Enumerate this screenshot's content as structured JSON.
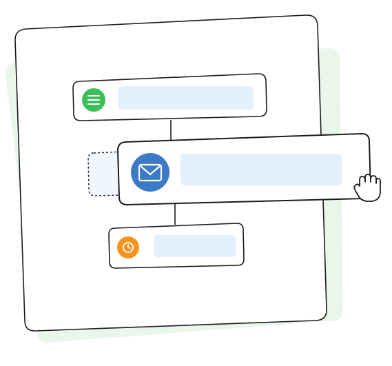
{
  "illustration": {
    "colors": {
      "shadow": "#e9f6ea",
      "card_fill": "#ffffff",
      "stroke": "#1b1b1b",
      "placeholder": "#e5f0fd",
      "ghost_fill": "#f0f6fe",
      "green_step": "#3cbf5a",
      "blue_step": "#3d7ac6",
      "orange_step": "#f5931f"
    },
    "steps": [
      {
        "name": "menu-step",
        "icon": "menu-lines-icon"
      },
      {
        "name": "email-step",
        "icon": "mail-envelope-icon",
        "state": "dragging"
      },
      {
        "name": "wait-step",
        "icon": "clock-icon"
      }
    ],
    "cursor_icon": "grab-hand-icon"
  }
}
